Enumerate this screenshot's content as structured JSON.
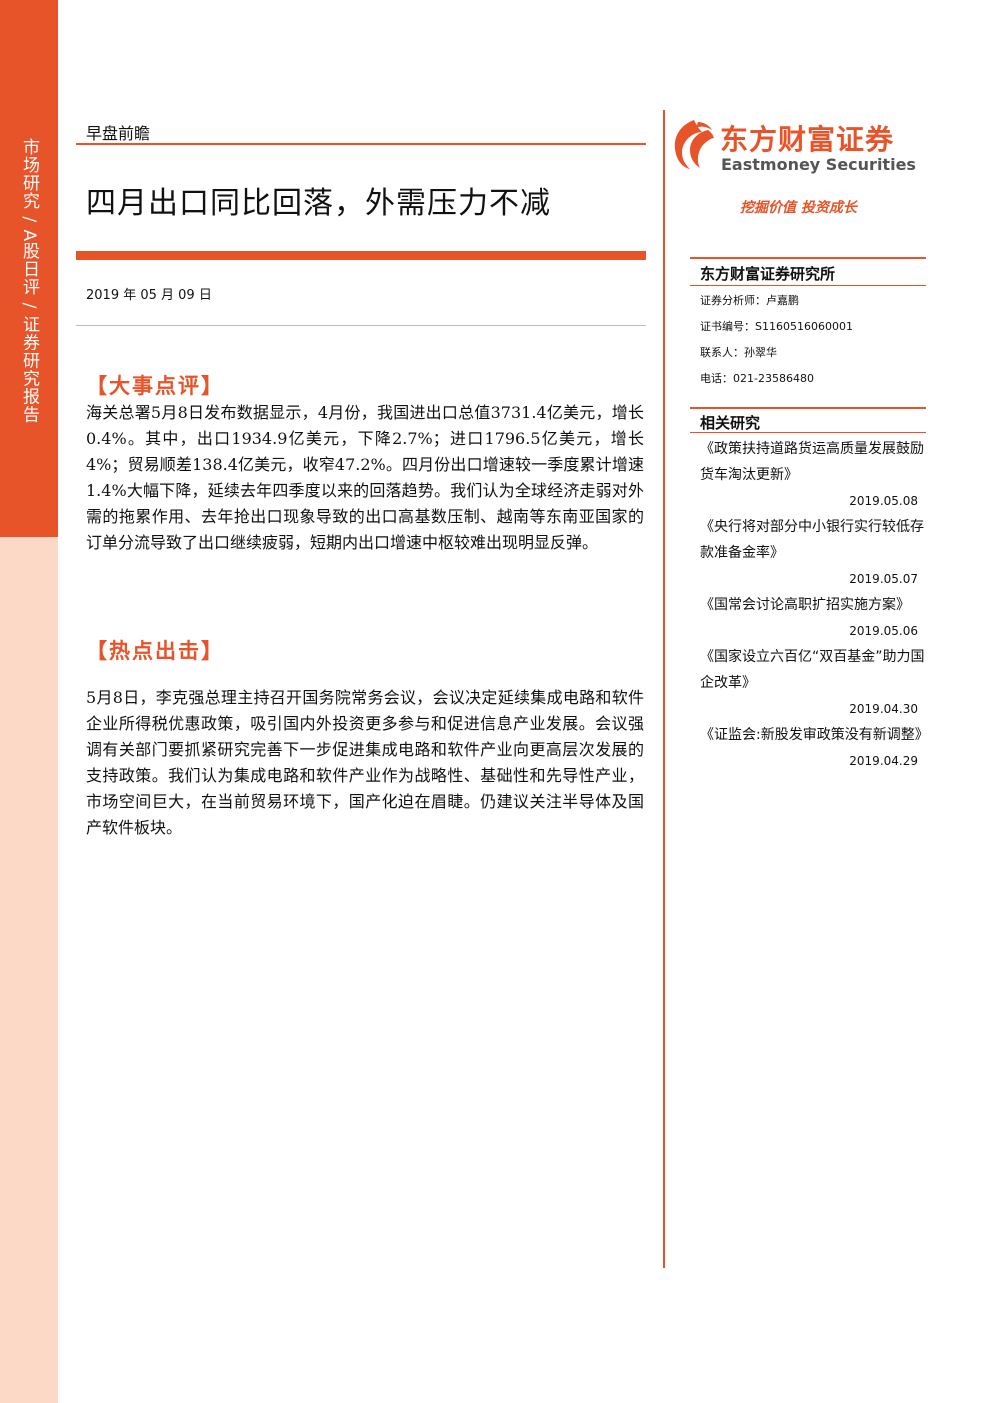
{
  "sidebar": {
    "label": "市场研究 / A股日评 / 证券研究报告"
  },
  "header": {
    "kicker": "早盘前瞻",
    "title": "四月出口同比回落，外需压力不减",
    "date": "2019 年 05 月 09 日"
  },
  "brand": {
    "name_cn": "东方财富证券",
    "name_en": "Eastmoney Securities",
    "slogan": "挖掘价值 投资成长",
    "accent_color": "#e8542a"
  },
  "institute": {
    "name": "东方财富证券研究所",
    "analyst": "证券分析师：卢嘉鹏",
    "license": "证书编号：S1160516060001",
    "contact": "联系人：孙翠华",
    "phone": "电话：021-23586480"
  },
  "related_research": {
    "heading": "相关研究",
    "items": [
      {
        "title": "《政策扶持道路货运高质量发展鼓励货车淘汰更新》",
        "date": "2019.05.08"
      },
      {
        "title": "《央行将对部分中小银行实行较低存款准备金率》",
        "date": "2019.05.07"
      },
      {
        "title": "《国常会讨论高职扩招实施方案》",
        "date": "2019.05.06"
      },
      {
        "title": "《国家设立六百亿“双百基金”助力国企改革》",
        "date": "2019.04.30"
      },
      {
        "title": "《证监会:新股发审政策没有新调整》",
        "date": "2019.04.29"
      }
    ]
  },
  "sections": {
    "events": {
      "heading": "【大事点评】",
      "body": "海关总署5月8日发布数据显示，4月份，我国进出口总值3731.4亿美元，增长0.4%。其中，出口1934.9亿美元，下降2.7%；进口1796.5亿美元，增长4%；贸易顺差138.4亿美元，收窄47.2%。四月份出口增速较一季度累计增速1.4%大幅下降，延续去年四季度以来的回落趋势。我们认为全球经济走弱对外需的拖累作用、去年抢出口现象导致的出口高基数压制、越南等东南亚国家的订单分流导致了出口继续疲弱，短期内出口增速中枢较难出现明显反弹。"
    },
    "hotspot": {
      "heading": "【热点出击】",
      "body": "5月8日，李克强总理主持召开国务院常务会议，会议决定延续集成电路和软件企业所得税优惠政策，吸引国内外投资更多参与和促进信息产业发展。会议强调有关部门要抓紧研究完善下一步促进集成电路和软件产业向更高层次发展的支持政策。我们认为集成电路和软件产业作为战略性、基础性和先导性产业，市场空间巨大，在当前贸易环境下，国产化迫在眉睫。仍建议关注半导体及国产软件板块。"
    }
  }
}
